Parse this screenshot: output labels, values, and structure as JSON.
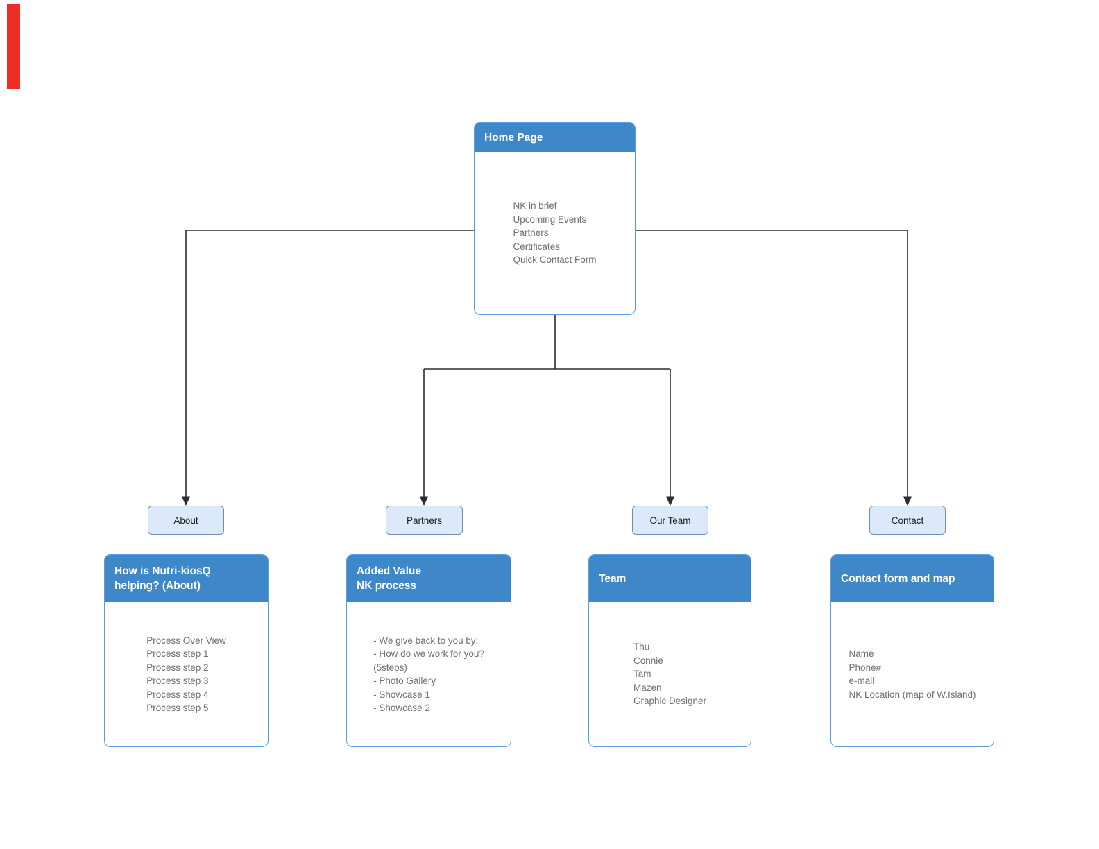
{
  "colors": {
    "header_blue": "#3e87c8",
    "box_border": "#5b9ee0",
    "nav_fill": "#dbe9fb",
    "nav_border": "#6c8ebf",
    "body_text": "#6f6f6f",
    "connector": "#2d2d2d",
    "red_marker": "#ee2e24"
  },
  "home": {
    "title": "Home Page",
    "items": [
      "NK in brief",
      "Upcoming Events",
      "Partners",
      "Certificates",
      "Quick Contact Form"
    ]
  },
  "nav": {
    "about": "About",
    "partners": "Partners",
    "our_team": "Our Team",
    "contact": "Contact"
  },
  "sections": {
    "about": {
      "title_lines": [
        "How is Nutri-kiosQ",
        "helping? (About)"
      ],
      "items": [
        "Process Over View",
        "Process step 1",
        "Process step 2",
        "Process step 3",
        "Process step 4",
        "Process step 5"
      ]
    },
    "partners": {
      "title_lines": [
        "Added Value",
        "NK process"
      ],
      "items": [
        "- We give back to you by:",
        "- How do we work for you?",
        "(5steps)",
        "- Photo Gallery",
        "- Showcase 1",
        "- Showcase 2"
      ]
    },
    "team": {
      "title_lines": [
        "Team"
      ],
      "items": [
        "Thu",
        "Connie",
        "Tam",
        "Mazen",
        "Graphic Designer"
      ]
    },
    "contact": {
      "title_lines": [
        "Contact form and map"
      ],
      "items": [
        "Name",
        "Phone#",
        "e-mail",
        "NK Location (map of W.Island)"
      ]
    }
  }
}
